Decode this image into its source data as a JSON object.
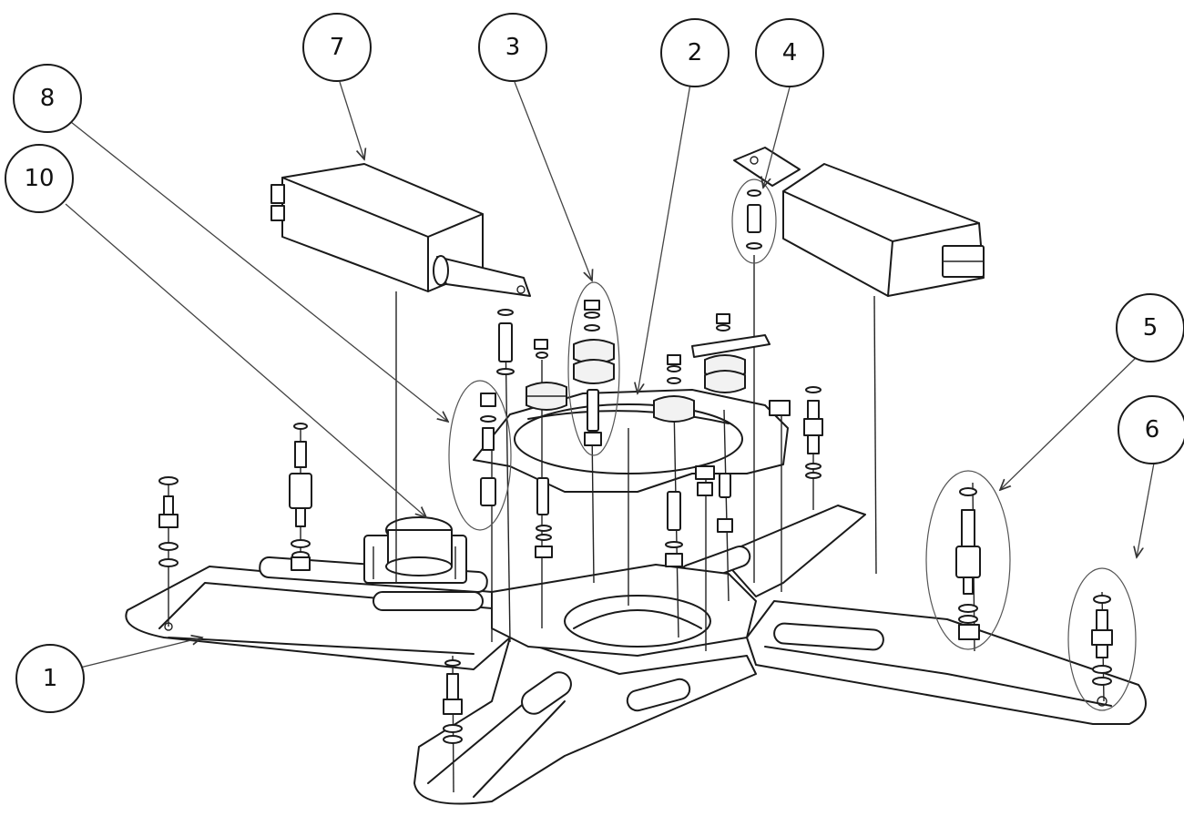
{
  "callouts": [
    {
      "id": "7",
      "label": "7"
    },
    {
      "id": "3",
      "label": "3"
    },
    {
      "id": "2",
      "label": "2"
    },
    {
      "id": "4",
      "label": "4"
    },
    {
      "id": "8",
      "label": "8"
    },
    {
      "id": "10",
      "label": "10"
    },
    {
      "id": "5",
      "label": "5"
    },
    {
      "id": "6",
      "label": "6"
    },
    {
      "id": "1",
      "label": "1"
    }
  ]
}
